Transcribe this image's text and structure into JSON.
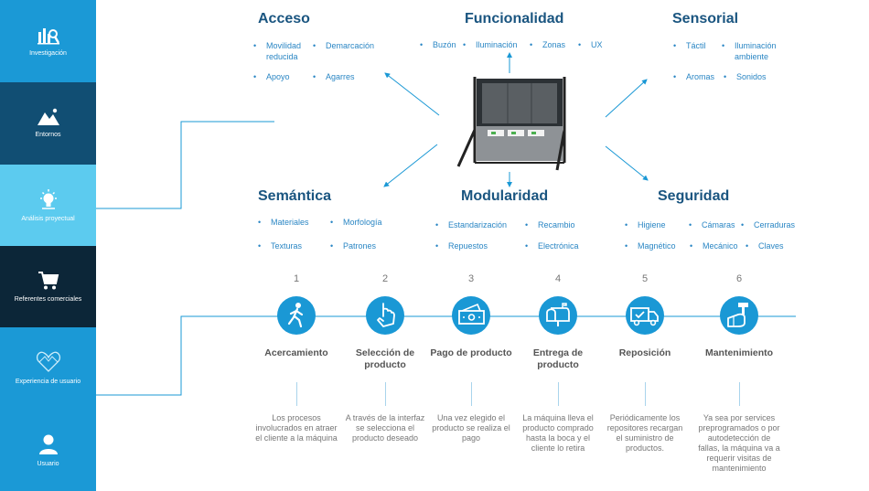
{
  "sidebar": {
    "items": [
      {
        "label": "Investigación",
        "icon": "chart-icon",
        "color": "#1b99d6"
      },
      {
        "label": "Entornos",
        "icon": "mountain-icon",
        "color": "#114e73"
      },
      {
        "label": "Análisis proyectual",
        "icon": "lightbulb-icon",
        "color": "#5ccbef"
      },
      {
        "label": "Referentes comerciales",
        "icon": "cart-icon",
        "color": "#0c2638"
      },
      {
        "label": "Experiencia de usuario",
        "icon": "heart-icon",
        "color": "#1b99d6"
      },
      {
        "label": "Usuario",
        "icon": "user-icon",
        "color": "#1b99d6"
      }
    ]
  },
  "categories": [
    {
      "title": "Acceso",
      "items": [
        "Movilidad\nreducida",
        "Demarcación",
        "Apoyo",
        "Agarres"
      ]
    },
    {
      "title": "Funcionalidad",
      "items": [
        "Buzón",
        "Iluminación",
        "Zonas",
        "UX"
      ]
    },
    {
      "title": "Sensorial",
      "items": [
        "Táctil",
        "Iluminación\nambiente",
        "Aromas",
        "Sonidos"
      ]
    },
    {
      "title": "Semántica",
      "items": [
        "Materiales",
        "Morfología",
        "Texturas",
        "Patrones"
      ]
    },
    {
      "title": "Modularidad",
      "items": [
        "Estandarización",
        "Recambio",
        "Repuestos",
        "Electrónica"
      ]
    },
    {
      "title": "Seguridad",
      "items": [
        "Higiene",
        "Cámaras",
        "Cerraduras",
        "Magnético",
        "Mecánico",
        "Claves"
      ]
    }
  ],
  "steps": [
    {
      "num": "1",
      "title": "Acercamiento",
      "icon": "walking-person-icon",
      "desc": "Los procesos involucrados en atraer el cliente a la máquina"
    },
    {
      "num": "2",
      "title": "Selección de producto",
      "icon": "pointing-hand-icon",
      "desc": "A través de la interfaz se selecciona el producto deseado"
    },
    {
      "num": "3",
      "title": "Pago de producto",
      "icon": "money-icon",
      "desc": "Una vez elegido el producto se realiza el pago"
    },
    {
      "num": "4",
      "title": "Entrega de producto",
      "icon": "mailbox-icon",
      "desc": "La máquina lleva el producto comprado hasta la boca y el cliente lo retira"
    },
    {
      "num": "5",
      "title": "Reposición",
      "icon": "truck-icon",
      "desc": "Periódicamente los repositores recargan el suministro de productos."
    },
    {
      "num": "6",
      "title": "Mantenimiento",
      "icon": "hammer-hand-icon",
      "desc": "Ya sea por services preprogramados o por autodetección de fallas, la máquina va a requerir visitas de mantenimiento"
    }
  ],
  "colors": {
    "accent": "#1a98d5",
    "title": "#1a5580",
    "bullet": "#2a86c4"
  }
}
